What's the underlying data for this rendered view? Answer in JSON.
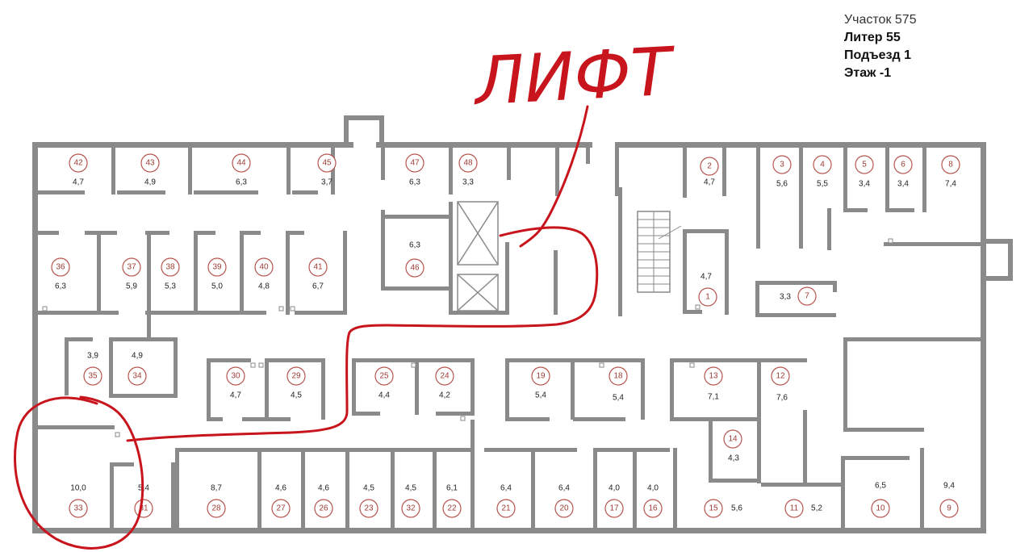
{
  "info": {
    "plot": "Участок 575",
    "liter": "Литер 55",
    "entrance": "Подъезд 1",
    "floor": "Этаж -1"
  },
  "annotation": {
    "handwritten_label": "ЛИФТ"
  },
  "colors": {
    "wall": "#8a8a8a",
    "number_circle": "#b7554f",
    "handwriting": "#c8141c"
  },
  "units": [
    {
      "num": "42",
      "area": "4,7"
    },
    {
      "num": "43",
      "area": "4,9"
    },
    {
      "num": "44",
      "area": "6,3"
    },
    {
      "num": "45",
      "area": "3,7"
    },
    {
      "num": "47",
      "area": "6,3"
    },
    {
      "num": "48",
      "area": "3,3"
    },
    {
      "num": "46",
      "area": "6,3"
    },
    {
      "num": "36",
      "area": "6,3"
    },
    {
      "num": "37",
      "area": "5,9"
    },
    {
      "num": "38",
      "area": "5,3"
    },
    {
      "num": "39",
      "area": "5,0"
    },
    {
      "num": "40",
      "area": "4,8"
    },
    {
      "num": "41",
      "area": "6,7"
    },
    {
      "num": "2",
      "area": "4,7"
    },
    {
      "num": "1",
      "area": "4,7"
    },
    {
      "num": "3",
      "area": "5,6"
    },
    {
      "num": "4",
      "area": "5,5"
    },
    {
      "num": "5",
      "area": "3,4"
    },
    {
      "num": "6",
      "area": "3,4"
    },
    {
      "num": "8",
      "area": "7,4"
    },
    {
      "num": "7",
      "area": "3,3"
    },
    {
      "num": "35",
      "area": "3,9"
    },
    {
      "num": "34",
      "area": "4,9"
    },
    {
      "num": "30",
      "area": "4,7"
    },
    {
      "num": "29",
      "area": "4,5"
    },
    {
      "num": "25",
      "area": "4,4"
    },
    {
      "num": "24",
      "area": "4,2"
    },
    {
      "num": "19",
      "area": "5,4"
    },
    {
      "num": "18",
      "area": "5,4"
    },
    {
      "num": "13",
      "area": "7,1"
    },
    {
      "num": "12",
      "area": "7,6"
    },
    {
      "num": "14",
      "area": "4,3"
    },
    {
      "num": "33",
      "area": "10,0"
    },
    {
      "num": "31",
      "area": "5,4"
    },
    {
      "num": "28",
      "area": "8,7"
    },
    {
      "num": "27",
      "area": "4,6"
    },
    {
      "num": "26",
      "area": "4,6"
    },
    {
      "num": "23",
      "area": "4,5"
    },
    {
      "num": "32",
      "area": "4,5"
    },
    {
      "num": "22",
      "area": "6,1"
    },
    {
      "num": "21",
      "area": "6,4"
    },
    {
      "num": "20",
      "area": "6,4"
    },
    {
      "num": "17",
      "area": "4,0"
    },
    {
      "num": "16",
      "area": "4,0"
    },
    {
      "num": "15",
      "area": "5,6"
    },
    {
      "num": "11",
      "area": "5,2"
    },
    {
      "num": "10",
      "area": "6,5"
    },
    {
      "num": "9",
      "area": "9,4"
    }
  ]
}
